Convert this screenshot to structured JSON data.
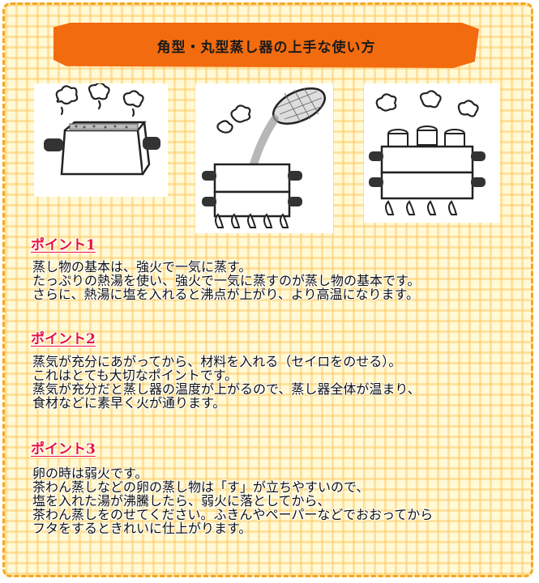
{
  "title": "角型・丸型蒸し器の上手な使い方",
  "colors": {
    "accent": "#f26b0f",
    "point_heading": "#e8113a",
    "grid": "#ffc45a",
    "background": "#fff9d6"
  },
  "illustrations": [
    {
      "icon": "square-steamer-icon"
    },
    {
      "icon": "pouring-strainer-steamer-icon"
    },
    {
      "icon": "two-tier-steamer-cups-icon"
    }
  ],
  "points": [
    {
      "heading": "ポイント1",
      "lines": [
        "蒸し物の基本は、強火で一気に蒸す。",
        "たっぷりの熱湯を使い、強火で一気に蒸すのが蒸し物の基本です。",
        "さらに、熱湯に塩を入れると沸点が上がり、より高温になります。"
      ]
    },
    {
      "heading": "ポイント2",
      "lines": [
        "蒸気が充分にあがってから、材料を入れる（セイロをのせる）。",
        "これはとても大切なポイントです。",
        "蒸気が充分だと蒸し器の温度が上がるので、蒸し器全体が温まり、",
        "食材などに素早く火が通ります。"
      ]
    },
    {
      "heading": "ポイント3",
      "lines": [
        "卵の時は弱火です。",
        "茶わん蒸しなどの卵の蒸し物は「す」が立ちやすいので、",
        "塩を入れた湯が沸騰したら、弱火に落としてから、",
        "茶わん蒸しをのせてください。ふきんやペーパーなどでおおってから",
        "フタをするときれいに仕上がります。"
      ]
    }
  ]
}
